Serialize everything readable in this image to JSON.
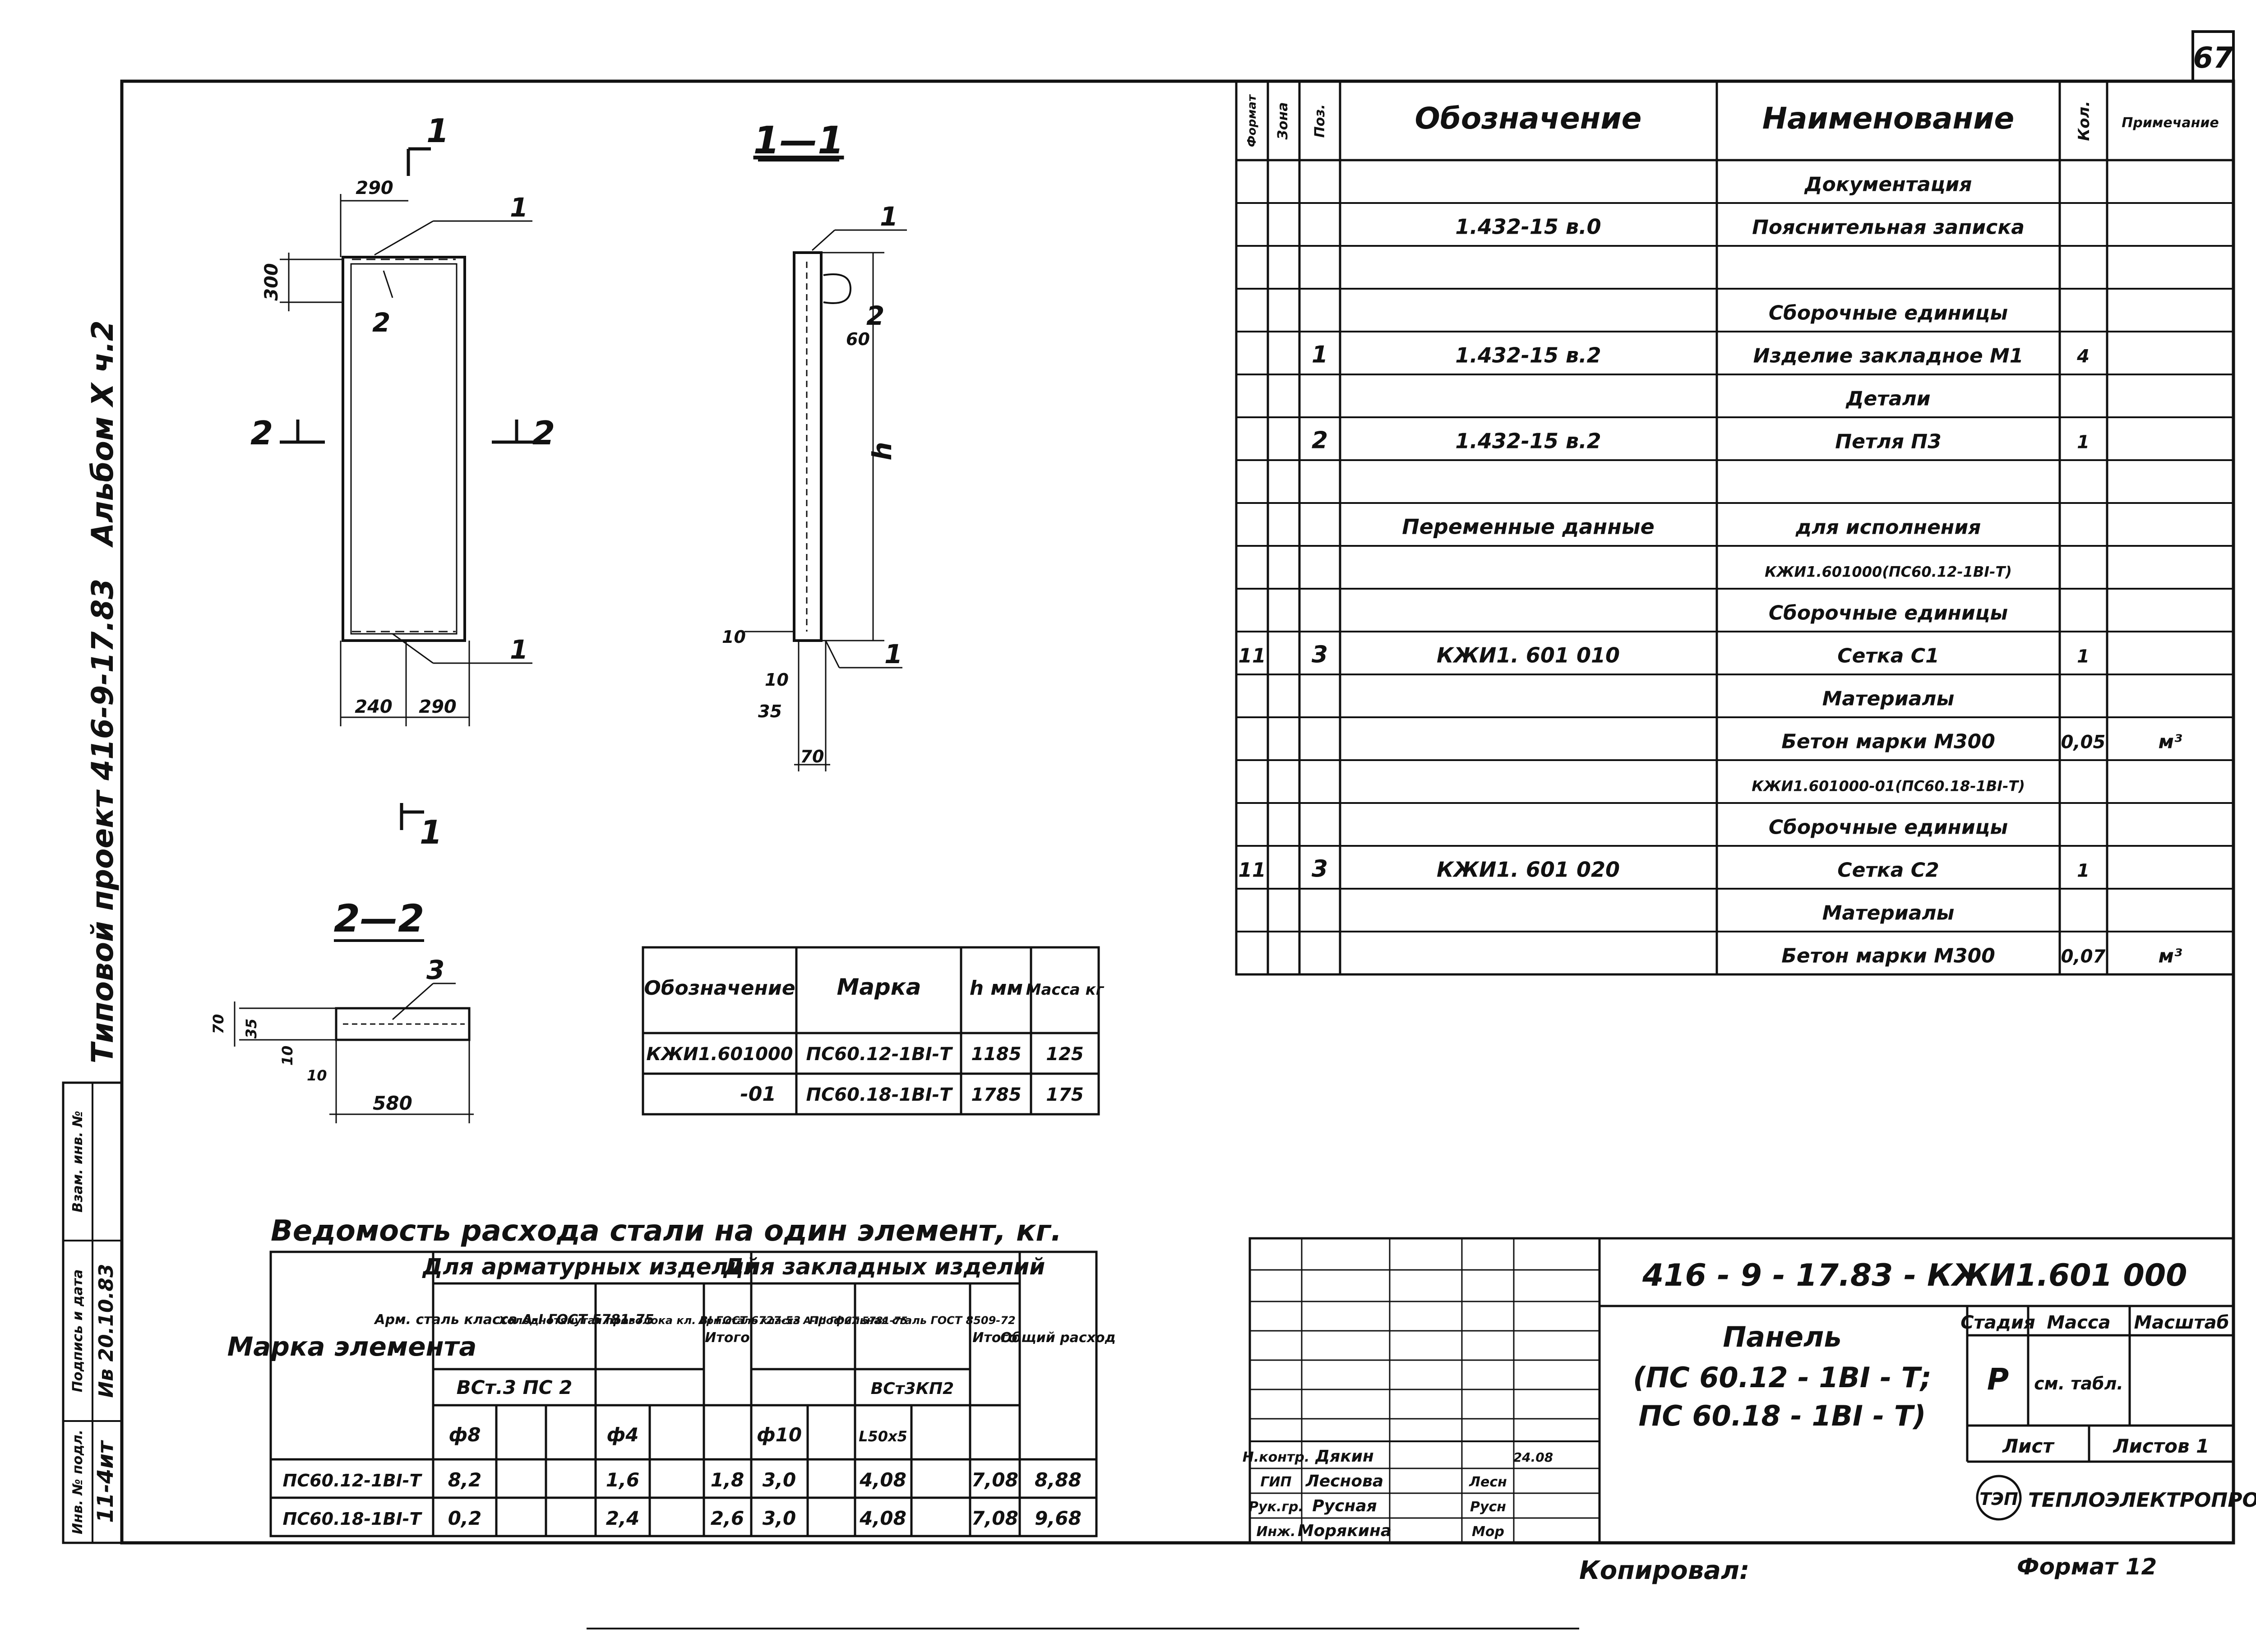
{
  "sheet_number": "67",
  "side_labels": {
    "album": "Альбом X ч.2",
    "project": "Типовой проект 416-9-17.83"
  },
  "side_stamp": {
    "headers": [
      "Инв. № подл.",
      "Подпись и дата",
      "Взам. инв. №"
    ],
    "values": [
      "11-4ит",
      "Ив 20.10.83",
      ""
    ]
  },
  "views": {
    "section_1_1": "1—1",
    "section_2_2": "2—2",
    "cut_marks": [
      "1",
      "1",
      "2",
      "2"
    ],
    "dims_front": [
      "290",
      "300",
      "240",
      "290"
    ],
    "dims_section": [
      "60",
      "10",
      "10",
      "35",
      "70",
      "h"
    ],
    "dims_2_2": [
      "70",
      "35",
      "10",
      "10",
      "580"
    ],
    "callouts": [
      "1",
      "2",
      "1",
      "1",
      "2",
      "1",
      "3"
    ]
  },
  "spec_table": {
    "headers": [
      "Формат",
      "Зона",
      "Поз.",
      "Обозначение",
      "Наименование",
      "Кол.",
      "Примечание"
    ],
    "rows": [
      [
        "",
        "",
        "",
        "",
        "Документация",
        "",
        ""
      ],
      [
        "",
        "",
        "",
        "1.432-15 в.0",
        "Пояснительная записка",
        "",
        ""
      ],
      [
        "",
        "",
        "",
        "",
        "",
        "",
        ""
      ],
      [
        "",
        "",
        "",
        "",
        "Сборочные единицы",
        "",
        ""
      ],
      [
        "",
        "",
        "1",
        "1.432-15 в.2",
        "Изделие закладное М1",
        "4",
        ""
      ],
      [
        "",
        "",
        "",
        "",
        "Детали",
        "",
        ""
      ],
      [
        "",
        "",
        "2",
        "1.432-15 в.2",
        "Петля П3",
        "1",
        ""
      ],
      [
        "",
        "",
        "",
        "",
        "",
        "",
        ""
      ],
      [
        "",
        "",
        "",
        "Переменные данные",
        "для исполнения",
        "",
        ""
      ],
      [
        "",
        "",
        "",
        "",
        "КЖИ1.601000(ПС60.12-1ВI-Т)",
        "",
        ""
      ],
      [
        "",
        "",
        "",
        "",
        "Сборочные единицы",
        "",
        ""
      ],
      [
        "11",
        "",
        "3",
        "КЖИ1. 601 010",
        "Сетка С1",
        "1",
        ""
      ],
      [
        "",
        "",
        "",
        "",
        "Материалы",
        "",
        ""
      ],
      [
        "",
        "",
        "",
        "",
        "Бетон марки М300",
        "0,05",
        "м³"
      ],
      [
        "",
        "",
        "",
        "",
        "КЖИ1.601000-01(ПС60.18-1ВI-Т)",
        "",
        ""
      ],
      [
        "",
        "",
        "",
        "",
        "Сборочные единицы",
        "",
        ""
      ],
      [
        "11",
        "",
        "3",
        "КЖИ1. 601 020",
        "Сетка С2",
        "1",
        ""
      ],
      [
        "",
        "",
        "",
        "",
        "Материалы",
        "",
        ""
      ],
      [
        "",
        "",
        "",
        "",
        "Бетон марки М300",
        "0,07",
        "м³"
      ]
    ]
  },
  "variants_table": {
    "headers": [
      "Обозначение",
      "Марка",
      "h мм",
      "Масса кг"
    ],
    "rows": [
      [
        "КЖИ1.601000",
        "ПС60.12-1ВI-Т",
        "1185",
        "125"
      ],
      [
        "-01",
        "ПС60.18-1ВI-Т",
        "1785",
        "175"
      ]
    ]
  },
  "steel_table": {
    "title": "Ведомость расхода стали на один элемент, кг.",
    "col_mark": "Марка элемента",
    "group_rebar": "Для арматурных изделий",
    "group_embed": "Для закладных изделий",
    "h_steel_ai": "Арм. сталь класса А-I ГОСТ 5781-75",
    "h_steel_bi": "Холоднотянутая проволока кл. ВI ГОСТ 6727-53",
    "h_vst3": "ВСт.3 ПС 2",
    "h_total1": "Итого",
    "h_steel_aiii": "Арм.сталь класса А-III ГОСТ 5781-75",
    "h_profile": "Профильная сталь ГОСТ 8509-72",
    "h_vst3kp2": "ВСт3КП2",
    "h_total2": "Итого",
    "h_grand": "Общий расход",
    "diameters": [
      "ф8",
      "ф4",
      "ф10",
      "L50х5"
    ],
    "rows": [
      [
        "ПС60.12-1ВI-Т",
        "8,2",
        "1,6",
        "1,8",
        "3,0",
        "4,08",
        "7,08",
        "8,88"
      ],
      [
        "ПС60.18-1ВI-Т",
        "0,2",
        "2,4",
        "2,6",
        "3,0",
        "4,08",
        "7,08",
        "9,68"
      ]
    ]
  },
  "title_block": {
    "code": "416 - 9 - 17.83 - КЖИ1.601 000",
    "name_lines": [
      "Панель",
      "(ПС 60.12 - 1ВI - Т;",
      "ПС 60.18 - 1ВI - Т)"
    ],
    "stage_header": "Стадия",
    "mass_header": "Масса",
    "scale_header": "Масштаб",
    "stage": "Р",
    "mass": "см. табл.",
    "sheet_label": "Лист",
    "sheets_label": "Листов 1",
    "org": "ТЕПЛОЭЛЕКТРОПРОЕКТ",
    "org_logo": "ТЭП",
    "signers": [
      {
        "role": "Н.контр.",
        "name": "Дякин",
        "sign": "",
        "date": "24.08"
      },
      {
        "role": "ГИП",
        "name": "Леснова",
        "sign": "Лесн",
        "date": ""
      },
      {
        "role": "Рук.гр.",
        "name": "Русная",
        "sign": "Русн",
        "date": ""
      },
      {
        "role": "Инж.",
        "name": "Морякина",
        "sign": "Мор",
        "date": ""
      }
    ]
  },
  "footer": {
    "copied": "Копировал:",
    "format": "Формат 12"
  }
}
